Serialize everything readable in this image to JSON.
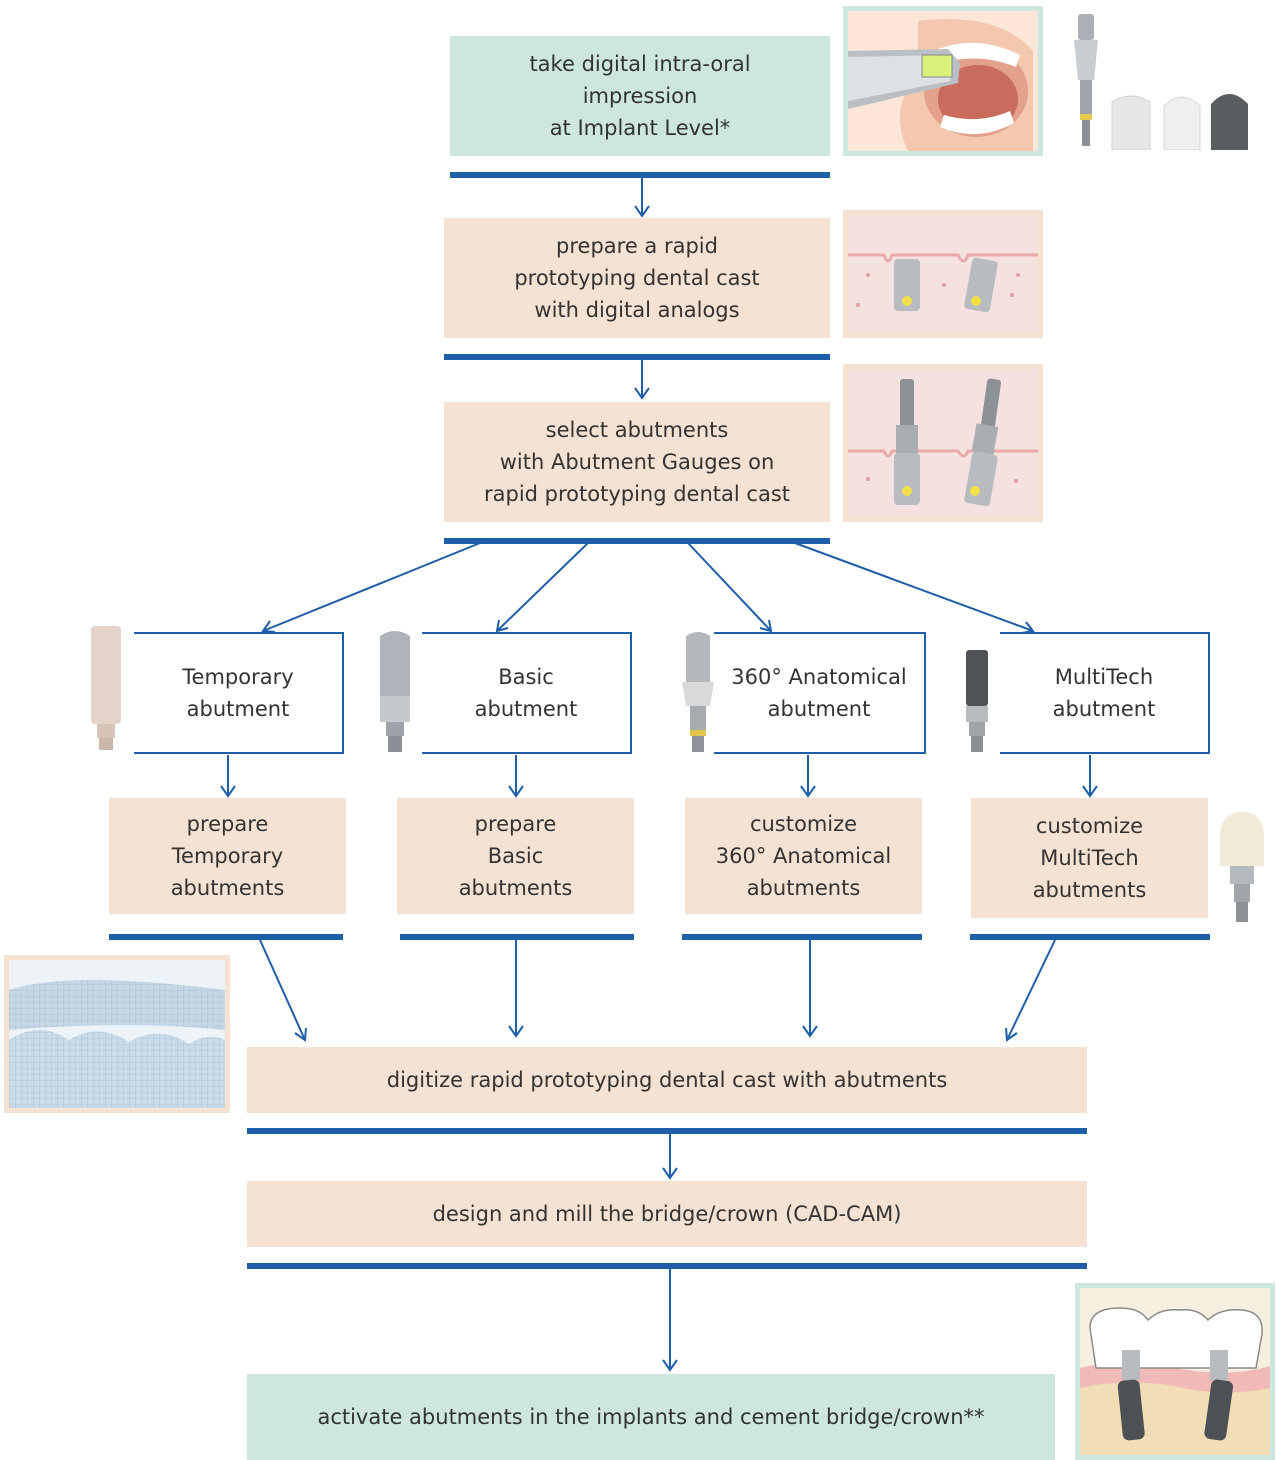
{
  "steps": {
    "impression": [
      "take digital intra-oral",
      "impression",
      "at Implant Level*"
    ],
    "cast": [
      "prepare a rapid",
      "prototyping dental cast",
      "with digital analogs"
    ],
    "select": [
      "select abutments",
      "with Abutment Gauges on",
      "rapid prototyping dental cast"
    ],
    "digitize": "digitize rapid prototyping dental cast with abutments",
    "design": "design and mill the bridge/crown (CAD-CAM)",
    "activate": "activate abutments in the implants and cement bridge/crown**"
  },
  "abutments": [
    {
      "type": [
        "Temporary",
        "abutment"
      ],
      "action": [
        "prepare",
        "Temporary",
        "abutments"
      ]
    },
    {
      "type": [
        "Basic",
        "abutment"
      ],
      "action": [
        "prepare",
        "Basic",
        "abutments"
      ]
    },
    {
      "type": [
        "360° Anatomical",
        "abutment"
      ],
      "action": [
        "customize",
        "360° Anatomical",
        "abutments"
      ]
    },
    {
      "type": [
        "MultiTech",
        "abutment"
      ],
      "action": [
        "customize",
        "MultiTech",
        "abutments"
      ]
    }
  ],
  "colors": {
    "arrow": "#1f5ea8",
    "teal_box": "#cde7e0",
    "beige_box": "#f5e2d2"
  },
  "illustrations": [
    "intraoral-scan-illustration",
    "impression-components-image",
    "dental-cast-analogs-illustration",
    "abutment-gauges-illustration",
    "temporary-abutment-image",
    "basic-abutment-image",
    "anatomical-abutment-image",
    "multitech-abutment-image",
    "multitech-crown-abutment-image",
    "digital-dental-scan-image",
    "implant-bridge-illustration"
  ]
}
